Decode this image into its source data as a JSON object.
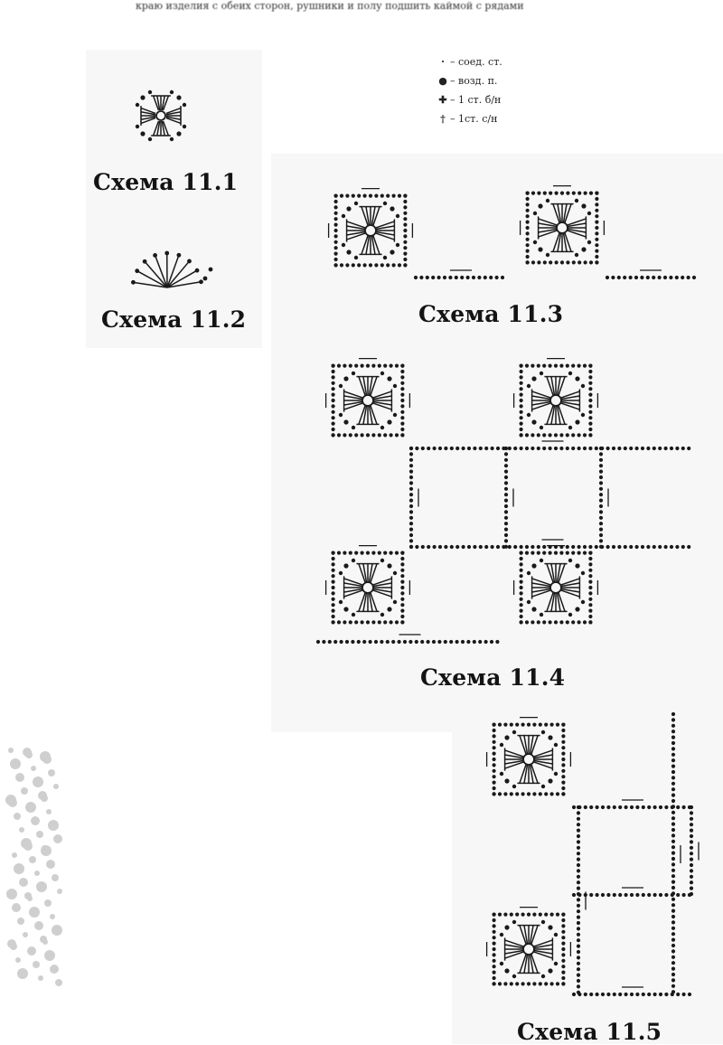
{
  "top_text": "краю изделия с обеих сторон, рушники и полу подшить каймой с рядами",
  "legend": [
    {
      "symbol": "dot-small",
      "text": "– соед. ст."
    },
    {
      "symbol": "dot",
      "text": "– возд. п."
    },
    {
      "symbol": "dot-plus",
      "text": "– 1 ст. б/н"
    },
    {
      "symbol": "dagger",
      "text": "– 1ст. с/н"
    }
  ],
  "captions": {
    "s1": "Схема 11.1",
    "s2": "Схема 11.2",
    "s3": "Схема 11.3",
    "s4": "Схема 11.4",
    "s5": "Схема 11.5"
  },
  "colors": {
    "ink": "#1a1a1a",
    "paper": "#ffffff",
    "panel": "#f6f6f6"
  }
}
